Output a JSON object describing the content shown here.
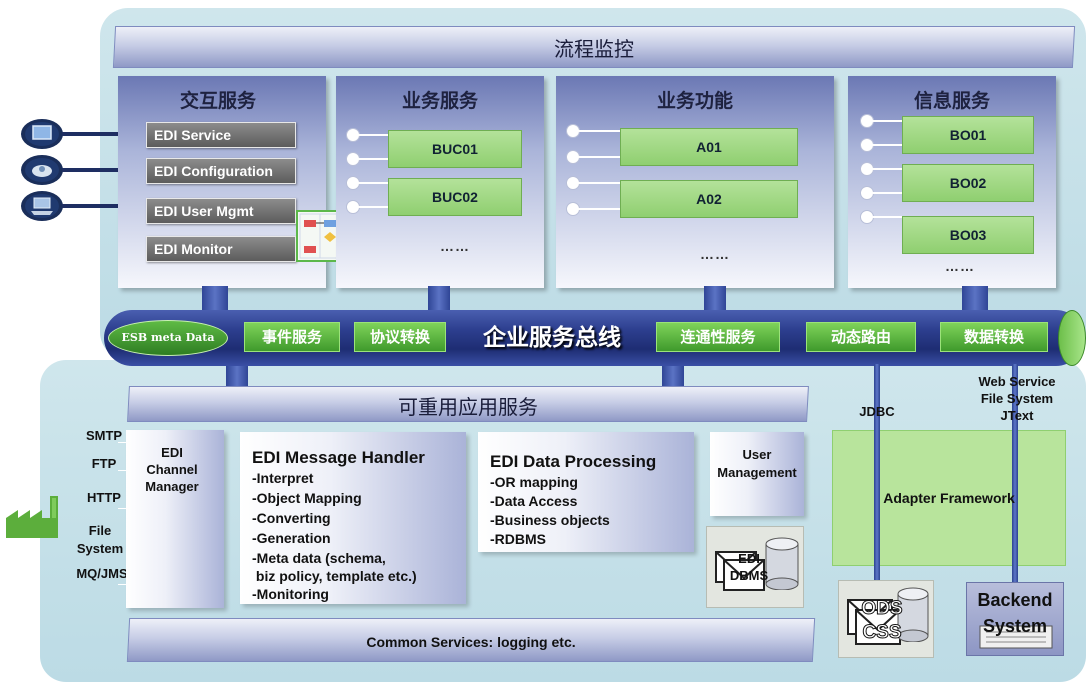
{
  "top_bar": {
    "label": "流程监控"
  },
  "columns": {
    "interaction": {
      "title": "交互服务",
      "items": [
        "EDI Service",
        "EDI Configuration",
        "EDI User Mgmt",
        "EDI Monitor"
      ]
    },
    "business_service": {
      "title": "业务服务",
      "items": [
        "BUC01",
        "BUC02"
      ],
      "ellipsis": "……"
    },
    "business_function": {
      "title": "业务功能",
      "items": [
        "A01",
        "A02"
      ],
      "ellipsis": "……"
    },
    "info_service": {
      "title": "信息服务",
      "items": [
        "BO01",
        "BO02",
        "BO03"
      ],
      "ellipsis": "……"
    }
  },
  "esb": {
    "title": "企业服务总线",
    "meta": "ESB meta Data",
    "boxes": [
      "事件服务",
      "协议转换",
      "连通性服务",
      "动态路由",
      "数据转换"
    ]
  },
  "lower": {
    "title": "可重用应用服务",
    "protocols": [
      "SMTP",
      "FTP",
      "HTTP",
      "File System",
      "MQ/JMS"
    ],
    "channel_manager": "EDI Channel Manager",
    "message_handler": {
      "title": "EDI Message Handler",
      "items": [
        "-Interpret",
        "-Object Mapping",
        "-Converting",
        "-Generation",
        "-Meta data (schema,",
        " biz policy, template etc.)",
        "-Monitoring"
      ]
    },
    "data_processing": {
      "title": "EDI Data Processing",
      "items": [
        "-OR mapping",
        "-Data Access",
        "-Business objects",
        "-RDBMS"
      ]
    },
    "user_management": "User Management",
    "edi_dbms": "EDI DBMS",
    "common_services": "Common Services: logging etc.",
    "jdbc": "JDBC",
    "web_service": "Web Service",
    "file_system": "File System",
    "jtext": "JText",
    "adapter": "Adapter Framework",
    "ods": "ODS",
    "css": "CSS",
    "backend": "Backend",
    "system": "System"
  },
  "icons": [
    "monitor-icon",
    "phone-icon",
    "laptop-icon",
    "factory-icon",
    "flowchart-icon",
    "database-icon",
    "envelope-icon",
    "document-icon"
  ],
  "colors": {
    "bus": "#2d3f8f",
    "green": "#4aa832",
    "panel": "#c7e0e8",
    "column": "#8c96c8"
  }
}
